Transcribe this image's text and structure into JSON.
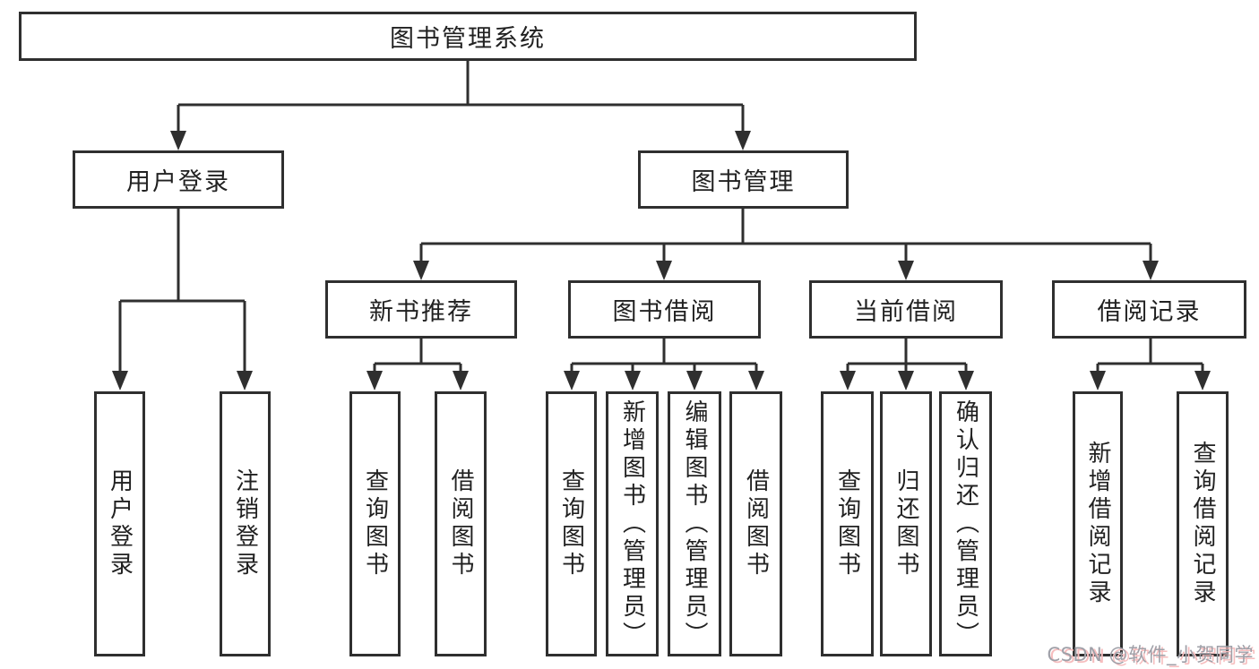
{
  "tree": {
    "root": "图书管理系统",
    "branches": [
      {
        "label": "用户登录",
        "children": [
          "用户登录",
          "注销登录"
        ]
      },
      {
        "label": "图书管理",
        "children": [
          {
            "label": "新书推荐",
            "children": [
              "查询图书",
              "借阅图书"
            ]
          },
          {
            "label": "图书借阅",
            "children": [
              "查询图书",
              "新增图书（管理员）",
              "编辑图书（管理员）",
              "借阅图书"
            ]
          },
          {
            "label": "当前借阅",
            "children": [
              "查询图书",
              "归还图书",
              "确认归还（管理员）"
            ]
          },
          {
            "label": "借阅记录",
            "children": [
              "新增借阅记录",
              "查询借阅记录"
            ]
          }
        ]
      }
    ]
  },
  "watermark": {
    "text": "CSDN @软件_小贺同学"
  },
  "colors": {
    "line": "#2f2f2f",
    "box_border": "#2f2f2f",
    "text": "#212121",
    "background": "#ffffff",
    "watermark_gray": "#9fa0a8",
    "watermark_pink": "#f6bdbe"
  }
}
